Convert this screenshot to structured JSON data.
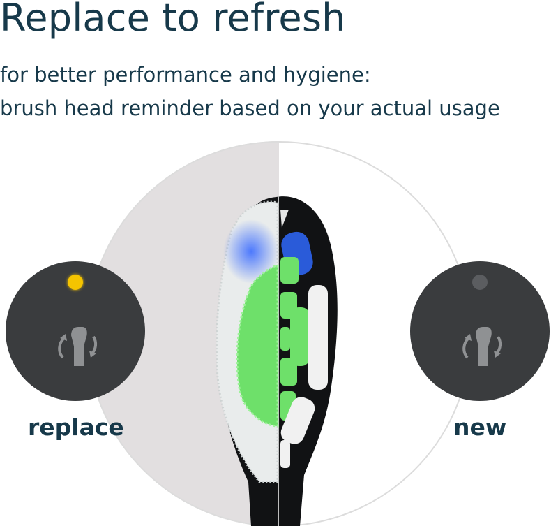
{
  "heading": "Replace to refresh",
  "subheading_line1": "for better performance and hygiene:",
  "subheading_line2": "brush head reminder based on your actual usage",
  "states": {
    "replace": {
      "label": "replace",
      "led_color": "#f5c400"
    },
    "new": {
      "label": "new",
      "led_color": "#5b5d60"
    }
  },
  "colors": {
    "text": "#17394a",
    "badge": "#3a3c3e",
    "worn_background": "#e2dfe0",
    "bristle_green": "#6ee06a",
    "bristle_blue": "#2a5bd9"
  },
  "icons": [
    "brush-head-replace-icon",
    "brush-head-replace-icon"
  ]
}
